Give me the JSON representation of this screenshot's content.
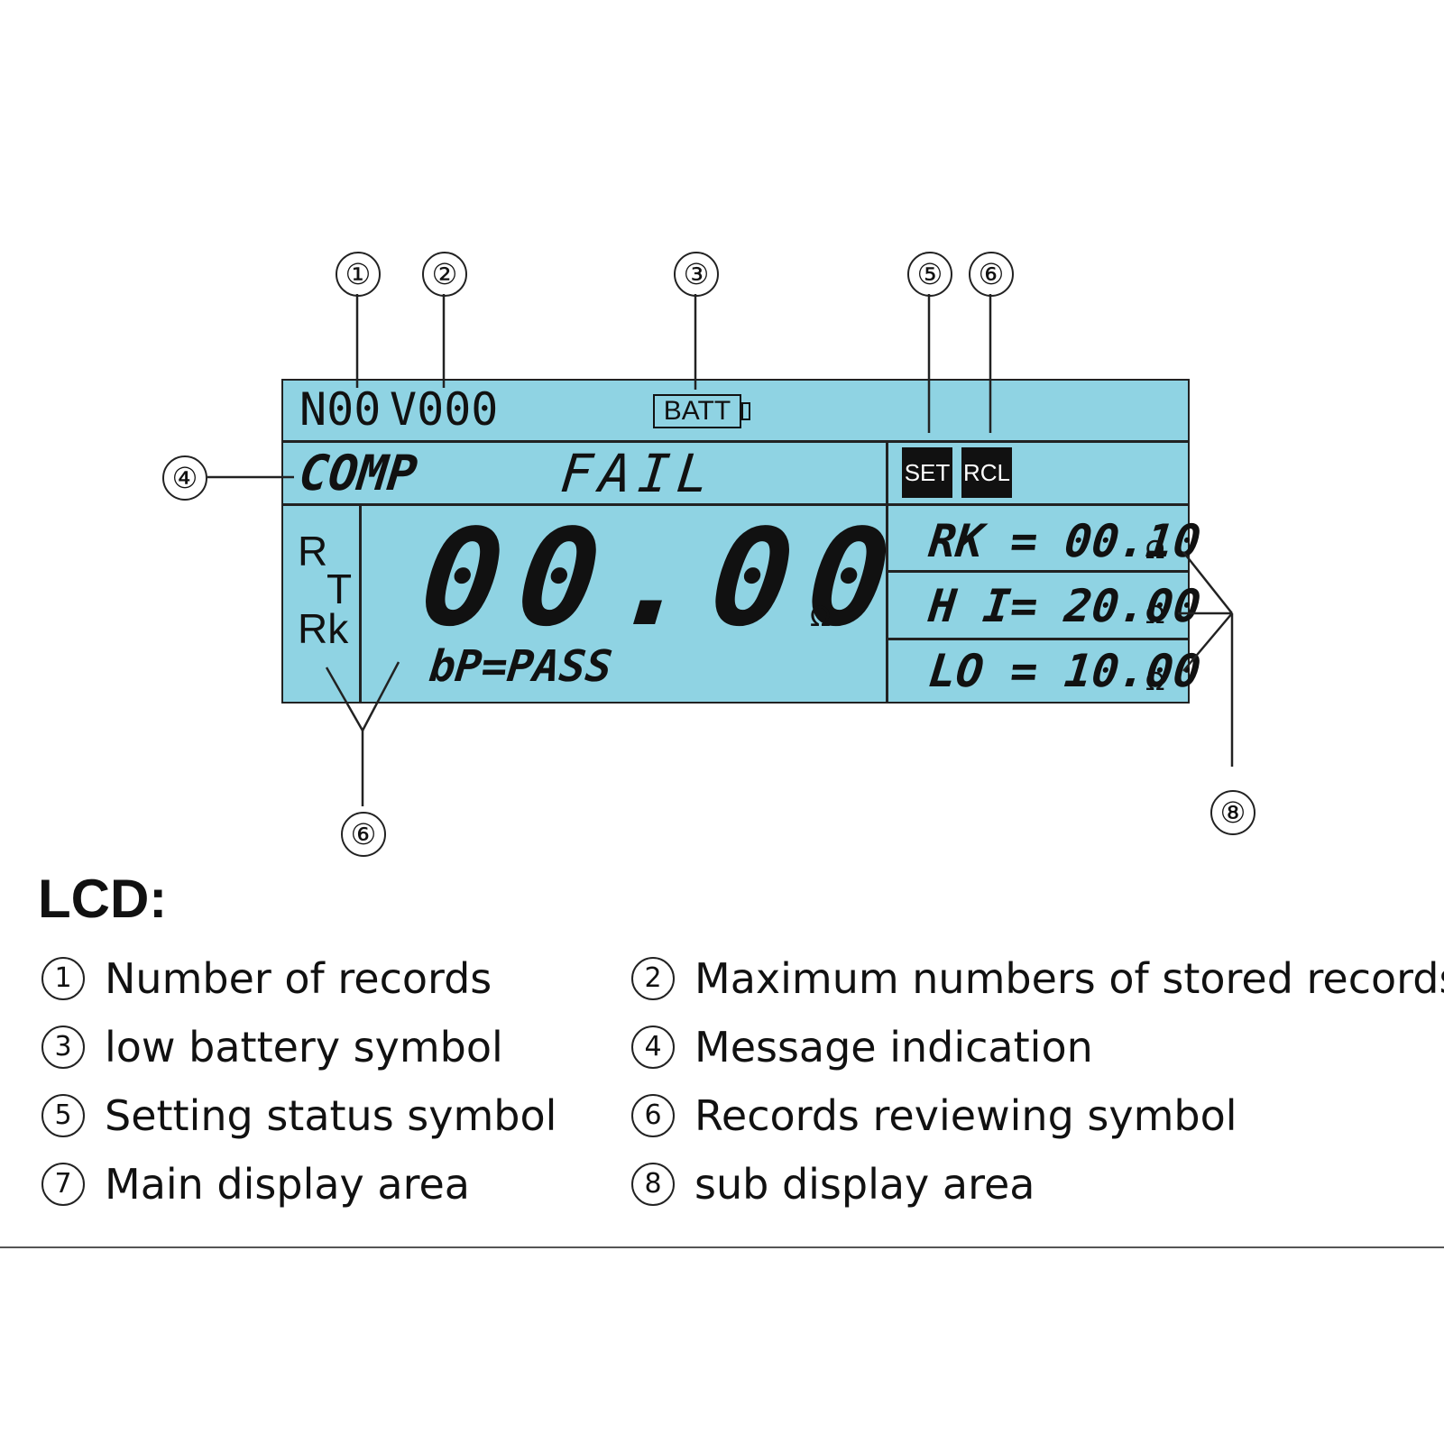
{
  "lcd": {
    "top_row": {
      "records": "N00",
      "max_records": "V000",
      "battery": "BATT"
    },
    "message_row": {
      "comp": "COMP",
      "fail": "FAIL"
    },
    "status_badges": {
      "set": "SET",
      "rcl": "RCL"
    },
    "left_symbols": {
      "r": "R",
      "t": "T",
      "rk": "Rk"
    },
    "main": {
      "value": "00.00",
      "unit": "Ω",
      "bp": "bP=PASS"
    },
    "sub": [
      {
        "label": "RK = 00.10",
        "unit": "Ω"
      },
      {
        "label": "H I= 20.00",
        "unit": "Ω"
      },
      {
        "label": "LO = 10.00",
        "unit": "Ω"
      }
    ],
    "colors": {
      "panel": "#8fd3e3",
      "border": "#222222",
      "badge": "#111111"
    }
  },
  "callouts": [
    "①",
    "②",
    "③",
    "④",
    "⑤",
    "⑥",
    "⑥",
    "⑧"
  ],
  "legend": {
    "title": "LCD:",
    "items": [
      {
        "num": "1",
        "text": "Number of records"
      },
      {
        "num": "2",
        "text": "Maximum numbers of stored records"
      },
      {
        "num": "3",
        "text": "low battery symbol"
      },
      {
        "num": "4",
        "text": "Message indication"
      },
      {
        "num": "5",
        "text": "Setting status symbol"
      },
      {
        "num": "6",
        "text": "Records reviewing symbol"
      },
      {
        "num": "7",
        "text": "Main display area"
      },
      {
        "num": "8",
        "text": "sub display area"
      }
    ]
  }
}
